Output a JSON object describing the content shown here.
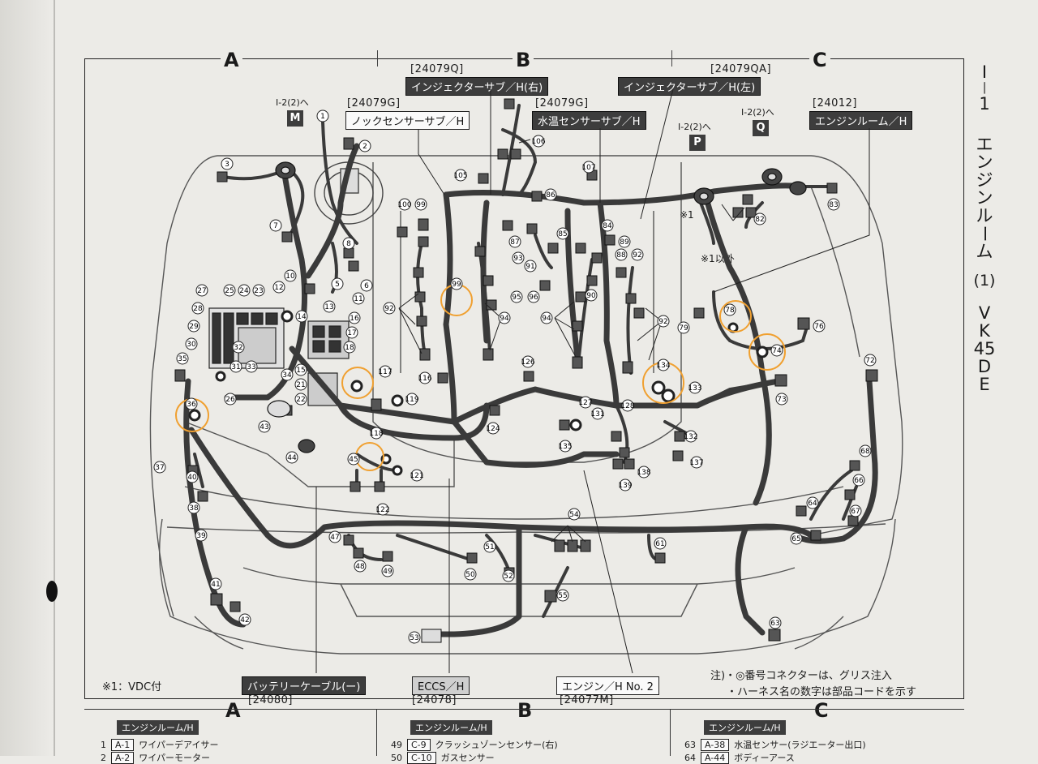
{
  "zones": [
    "A",
    "B",
    "C"
  ],
  "title_chars": [
    "I",
    "—",
    "1",
    "エ",
    "ン",
    "ジ",
    "ン",
    "ル",
    "ー",
    "ム",
    "(1)",
    "V",
    "K",
    "45",
    "D",
    "E"
  ],
  "harness_labels": [
    {
      "code": "[24079Q]",
      "name": "インジェクターサブ／H(右)"
    },
    {
      "code": "[24079QA]",
      "name": "インジェクターサブ／H(左)"
    },
    {
      "code": "[24079G]",
      "name": "ノックセンサーサブ／H"
    },
    {
      "code": "[24079G]",
      "name": "水温センサーサブ／H"
    },
    {
      "code": "[24012]",
      "name": "エンジンルーム／H"
    },
    {
      "code": "[24080]",
      "name": "バッテリーケーブル(ー)"
    },
    {
      "code": "[24078]",
      "name": "ECCS／H"
    },
    {
      "code": "[24077M]",
      "name": "エンジン／H No. 2"
    }
  ],
  "connector_refs": [
    {
      "to": "I-2(2)へ",
      "letter": "M"
    },
    {
      "to": "I-2(2)へ",
      "letter": "P"
    },
    {
      "to": "I-2(2)へ",
      "letter": "Q"
    }
  ],
  "marks": {
    "star1": "※1",
    "star1_except": "※1以外"
  },
  "footnotes": {
    "vdc": "※1：VDC付",
    "grease": "注)・◎番号コネクターは、グリス注入",
    "code_note": "・ハーネス名の数字は部品コードを示す"
  },
  "connectors": {
    "n1": "1",
    "n2": "2",
    "n3": "3",
    "n5": "5",
    "n6": "6",
    "n7": "7",
    "n8": "8",
    "n10": "10",
    "n11": "11",
    "n12": "12",
    "n13": "13",
    "n14": "14",
    "n15": "15",
    "n16": "16",
    "n17": "17",
    "n18": "18",
    "n21": "21",
    "n22": "22",
    "n23": "23",
    "n24": "24",
    "n25": "25",
    "n26": "26",
    "n27": "27",
    "n28": "28",
    "n29": "29",
    "n30": "30",
    "n31": "31",
    "n32": "32",
    "n33": "33",
    "n34": "34",
    "n35": "35",
    "n36": "36",
    "n37": "37",
    "n38": "38",
    "n39": "39",
    "n40": "40",
    "n41": "41",
    "n42": "42",
    "n43": "43",
    "n44": "44",
    "n45": "45",
    "n47": "47",
    "n48": "48",
    "n49": "49",
    "n50": "50",
    "n51": "51",
    "n52": "52",
    "n53": "53",
    "n54": "54",
    "n55": "55",
    "n61": "61",
    "n63": "63",
    "n64": "64",
    "n65": "65",
    "n66": "66",
    "n67": "67",
    "n68": "68",
    "n72": "72",
    "n73": "73",
    "n74": "74",
    "n76": "76",
    "n78": "78",
    "n79": "79",
    "n82": "82",
    "n83": "83",
    "n84": "84",
    "n85": "85",
    "n86": "86",
    "n87": "87",
    "n88": "88",
    "n89": "89",
    "n90": "90",
    "n91": "91",
    "n92": "92",
    "n93": "93",
    "n94": "94",
    "n95": "95",
    "n96": "96",
    "n99": "99",
    "n100": "100",
    "n105": "105",
    "n106": "106",
    "n107": "107",
    "n116": "116",
    "n117": "117",
    "n118": "118",
    "n119": "119",
    "n121": "121",
    "n122": "122",
    "n124": "124",
    "n126": "126",
    "n127": "127",
    "n128": "128",
    "n131": "131",
    "n132": "132",
    "n133": "133",
    "n134": "134",
    "n135": "135",
    "n137": "137",
    "n138": "138",
    "n139": "139"
  },
  "table_sections": [
    {
      "header": "エンジンルーム/H",
      "items": [
        {
          "num": "1",
          "code": "A-1",
          "desc": "ワイパーデアイサー"
        },
        {
          "num": "2",
          "code": "A-2",
          "desc": "ワイパーモーター"
        }
      ]
    },
    {
      "header": "エンジンルーム/H",
      "items": [
        {
          "num": "49",
          "code": "C-9",
          "desc": "クラッシュゾーンセンサー(右)"
        },
        {
          "num": "50",
          "code": "C-10",
          "desc": "ガスセンサー"
        }
      ]
    },
    {
      "header": "エンジンルーム/H",
      "items": [
        {
          "num": "63",
          "code": "A-38",
          "desc": "水温センサー(ラジエーター出口)"
        },
        {
          "num": "64",
          "code": "A-44",
          "desc": "ボディーアース"
        }
      ]
    }
  ],
  "colors": {
    "highlight": "#f0a030",
    "harness": "#3a3a3a",
    "paper": "#ecebe7",
    "tag_dark": "#3d3d3d"
  }
}
